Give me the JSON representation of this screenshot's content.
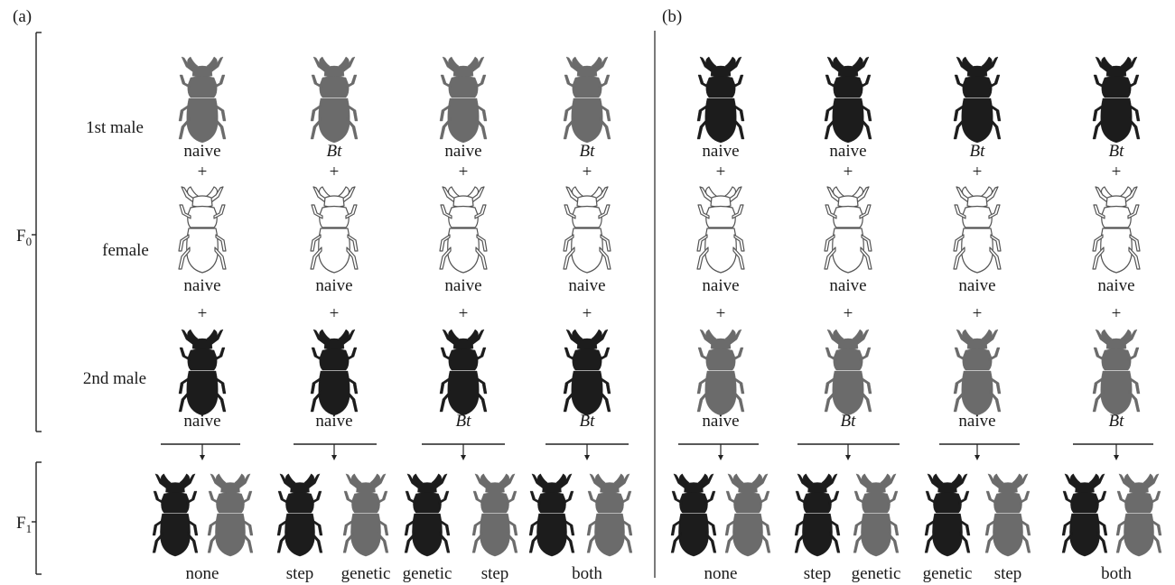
{
  "panels": [
    {
      "label": "(a)",
      "columns": [
        {
          "first_male": "naive",
          "female": "naive",
          "second_male": "naive",
          "offspring": [
            "none",
            ""
          ]
        },
        {
          "first_male": "Bt",
          "female": "naive",
          "second_male": "naive",
          "offspring": [
            "step",
            "genetic"
          ]
        },
        {
          "first_male": "naive",
          "female": "naive",
          "second_male": "Bt",
          "offspring": [
            "genetic",
            "step"
          ]
        },
        {
          "first_male": "Bt",
          "female": "naive",
          "second_male": "Bt",
          "offspring": [
            "both",
            ""
          ]
        }
      ],
      "beetle_colors": {
        "first_male": "gray",
        "female": "white",
        "second_male": "black"
      }
    },
    {
      "label": "(b)",
      "columns": [
        {
          "first_male": "naive",
          "female": "naive",
          "second_male": "naive",
          "offspring": [
            "none",
            ""
          ]
        },
        {
          "first_male": "naive",
          "female": "naive",
          "second_male": "Bt",
          "offspring": [
            "step",
            "genetic"
          ]
        },
        {
          "first_male": "Bt",
          "female": "naive",
          "second_male": "naive",
          "offspring": [
            "genetic",
            "step"
          ]
        },
        {
          "first_male": "Bt",
          "female": "naive",
          "second_male": "Bt",
          "offspring": [
            "both",
            ""
          ]
        }
      ],
      "beetle_colors": {
        "first_male": "black",
        "female": "white",
        "second_male": "gray"
      }
    }
  ],
  "row_labels": {
    "first_male": "1st male",
    "female": "female",
    "second_male": "2nd male"
  },
  "plus_sign": "+",
  "generation_labels": {
    "f0": "F",
    "f0_sub": "0",
    "f1": "F",
    "f1_sub": "1"
  },
  "colors": {
    "black": "#1c1c1c",
    "gray": "#6b6b6b",
    "white": "#ffffff",
    "outline": "#555555"
  }
}
